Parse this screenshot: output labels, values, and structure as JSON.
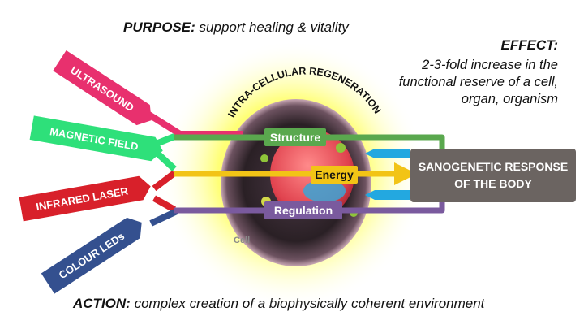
{
  "purpose": {
    "label": "PURPOSE:",
    "text": "support healing & vitality"
  },
  "effect": {
    "label": "EFFECT:",
    "text": "2-3-fold increase in the functional reserve of a cell, organ, organism"
  },
  "action": {
    "label": "ACTION:",
    "text": "complex creation of a biophysically coherent environment"
  },
  "inputs": [
    {
      "label": "ULTRASOUND",
      "color": "#e8306e"
    },
    {
      "label": "MAGNETIC FIELD",
      "color": "#2ee07a"
    },
    {
      "label": "INFRARED LASER",
      "color": "#d8202a"
    },
    {
      "label": "COLOUR LEDs",
      "color": "#34508f"
    }
  ],
  "cell": {
    "arc_label": "INTRA-CELLULAR REGENERATION",
    "label": "Cell",
    "channels": [
      {
        "label": "Structure",
        "color": "#5aa84e"
      },
      {
        "label": "Energy",
        "color": "#f2c416"
      },
      {
        "label": "Regulation",
        "color": "#7a5a9e"
      }
    ]
  },
  "response": {
    "line1": "SANOGENETIC RESPONSE",
    "line2": "OF THE BODY",
    "color": "#6b6461"
  },
  "feedback_color": "#23a8e0"
}
